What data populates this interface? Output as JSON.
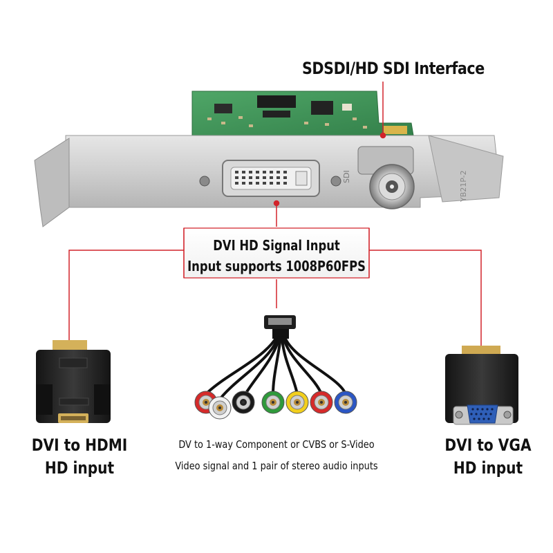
{
  "labels": {
    "sdi_interface": "SDSDI/HD SDI Interface",
    "dvi_line1": "DVI HD Signal Input",
    "dvi_line2": "Input supports 1008P60FPS",
    "hdmi_line1": "DVI to HDMI",
    "hdmi_line2": "HD input",
    "component_line1": "DV to 1-way Component or CVBS or S-Video",
    "component_line2": "Video signal and 1 pair of stereo audio inputs",
    "vga_line1": "DVI to VGA",
    "vga_line2": "HD input"
  },
  "bracket_markings": {
    "sdi": "SDI",
    "model": "YB21P-2"
  },
  "colors": {
    "callout_line": "#d2232a",
    "pcb_green": "#3f9a5a",
    "bracket_metal": "#cfcfcf",
    "connector_black": "#1e1e1e",
    "vga_blue": "#2f5fb8"
  },
  "rca_connectors": [
    "red",
    "white",
    "black-svideo",
    "green",
    "yellow",
    "red",
    "blue"
  ]
}
